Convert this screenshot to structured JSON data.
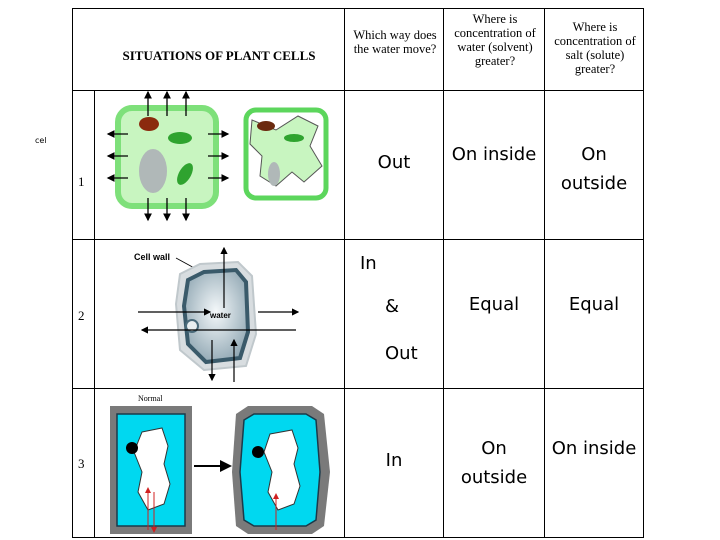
{
  "stray_label": "cel",
  "header": {
    "title": "SITUATIONS OF PLANT CELLS",
    "col_water_move": "Which way does the water move?",
    "col_water_conc": "Where is concentration of water (solvent) greater?",
    "col_salt_conc": "Where is concentration of salt (solute) greater?"
  },
  "rows": [
    {
      "num": "1",
      "move": "Out",
      "water": "On inside",
      "salt": "On outside"
    },
    {
      "num": "2",
      "move_in": "In",
      "move_amp": "&",
      "move_out": "Out",
      "water": "Equal",
      "salt": "Equal"
    },
    {
      "num": "3",
      "move": "In",
      "water": "On outside",
      "salt": "On inside"
    }
  ],
  "diagram_labels": {
    "cell_wall": "Cell wall",
    "water": "water",
    "normal": "Normal"
  },
  "colors": {
    "cell_green": "#7ee07a",
    "light_green": "#c8f5c0",
    "cyan": "#00d8f0",
    "gray_cell": "#b8c8d0"
  }
}
